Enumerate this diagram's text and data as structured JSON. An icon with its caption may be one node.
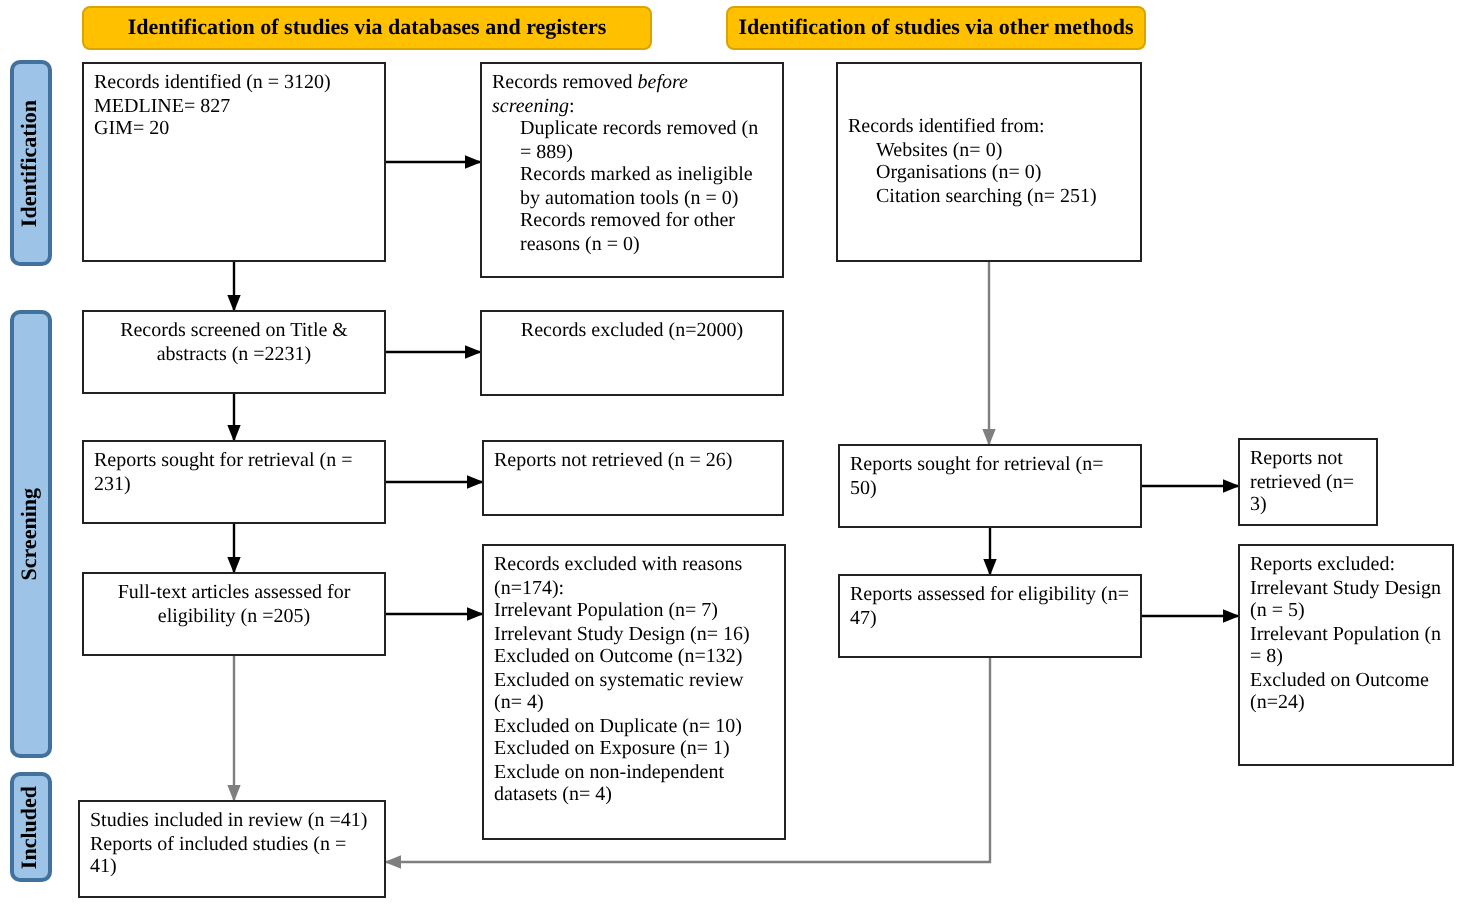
{
  "diagram": {
    "nodes": [
      {
        "text": [
          "Identification of studies via databases and registers"
        ]
      },
      {
        "text": [
          "Identification of studies via other methods"
        ]
      },
      {
        "text": [
          "Identification"
        ]
      },
      {
        "text": [
          "Screening"
        ]
      },
      {
        "text": [
          "Included"
        ]
      },
      {
        "text": [
          "Records identified (n = 3120)",
          "MEDLINE= 827",
          "GIM= 20"
        ]
      },
      {
        "text": [
          "Records removed *before screening*:",
          "Duplicate records removed (n = 889)",
          "Records marked as ineligible by automation tools (n = 0)",
          "Records removed for other reasons (n = 0)"
        ]
      },
      {
        "text": [
          "Records identified from:",
          "Websites (n= 0)",
          "Organisations (n= 0)",
          "Citation searching (n= 251)"
        ]
      },
      {
        "text": [
          "Records screened on Title & abstracts (n =2231)"
        ]
      },
      {
        "text": [
          "Records excluded (n=2000)"
        ]
      },
      {
        "text": [
          "Reports sought for retrieval (n = 231)"
        ]
      },
      {
        "text": [
          "Reports not retrieved (n = 26)"
        ]
      },
      {
        "text": [
          "Reports sought for retrieval (n= 50)"
        ]
      },
      {
        "text": [
          "Reports not retrieved (n= 3)"
        ]
      },
      {
        "text": [
          "Full-text articles assessed for eligibility (n =205)"
        ]
      },
      {
        "text": [
          "Records excluded with reasons (n=174):",
          "Irrelevant Population (n= 7)",
          "Irrelevant Study Design (n= 16)",
          "Excluded on Outcome (n=132)",
          "Excluded on systematic review (n= 4)",
          "Excluded on Duplicate (n= 10)",
          "Excluded on Exposure (n= 1)",
          "Exclude on non-independent datasets (n= 4)"
        ]
      },
      {
        "text": [
          "Reports assessed for eligibility (n= 47)"
        ]
      },
      {
        "text": [
          "Reports excluded:",
          "Irrelevant Study Design (n = 5)",
          "Irrelevant Population (n = 8)",
          "Excluded on Outcome (n=24)"
        ]
      },
      {
        "text": [
          "Studies included in review (n =41)",
          "Reports of included studies (n = 41)"
        ]
      }
    ],
    "edges": [
      {
        "from": 5,
        "to": 6,
        "arrow": "to"
      },
      {
        "from": 5,
        "to": 8,
        "arrow": "to"
      },
      {
        "from": 8,
        "to": 9,
        "arrow": "to"
      },
      {
        "from": 8,
        "to": 10,
        "arrow": "to"
      },
      {
        "from": 10,
        "to": 11,
        "arrow": "to"
      },
      {
        "from": 10,
        "to": 14,
        "arrow": "to"
      },
      {
        "from": 14,
        "to": 15,
        "arrow": "to"
      },
      {
        "from": 14,
        "to": 18,
        "arrow": "to",
        "color": "#7f7f7f"
      },
      {
        "from": 7,
        "to": 12,
        "arrow": "to",
        "color": "#7f7f7f"
      },
      {
        "from": 12,
        "to": 13,
        "arrow": "to"
      },
      {
        "from": 12,
        "to": 16,
        "arrow": "to"
      },
      {
        "from": 16,
        "to": 17,
        "arrow": "to"
      },
      {
        "from": 16,
        "to": 18,
        "arrow": "to",
        "color": "#7f7f7f"
      }
    ]
  }
}
